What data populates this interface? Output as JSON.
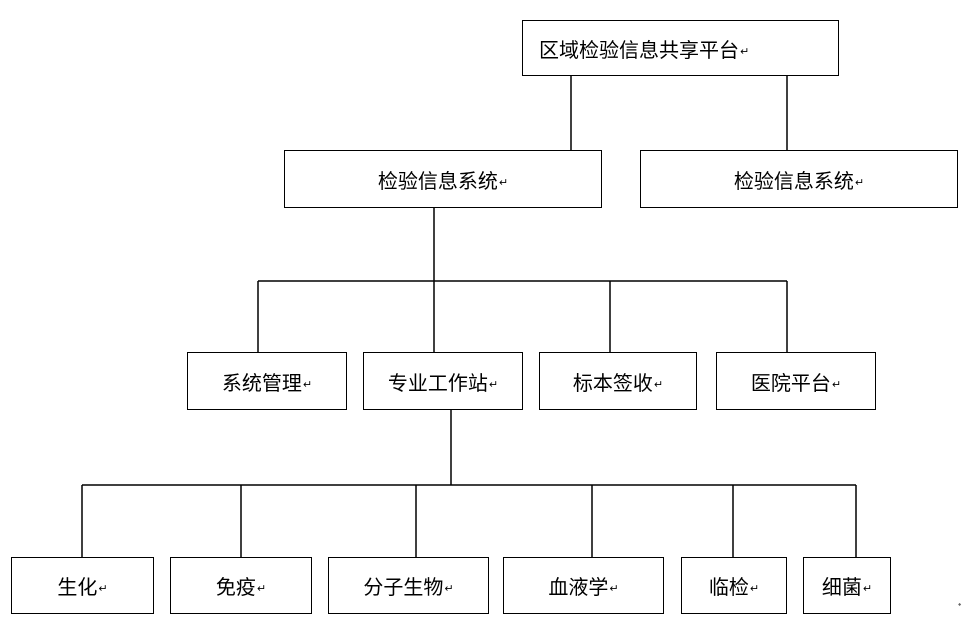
{
  "colors": {
    "stroke": "#000000",
    "background": "#ffffff",
    "text": "#000000"
  },
  "paragraph_mark": "↵",
  "page_mark": "⬩",
  "nodes": {
    "root": "区域检验信息共享平台",
    "lis_left": "检验信息系统",
    "lis_right": "检验信息系统",
    "system_management": "系统管理",
    "professional_workstation": "专业工作站",
    "specimen_receipt": "标本签收",
    "hospital_platform": "医院平台",
    "biochemistry": "生化",
    "immunology": "免疫",
    "molecular_biology": "分子生物",
    "hematology": "血液学",
    "clinical_lab": "临检",
    "bacteriology": "细菌"
  }
}
